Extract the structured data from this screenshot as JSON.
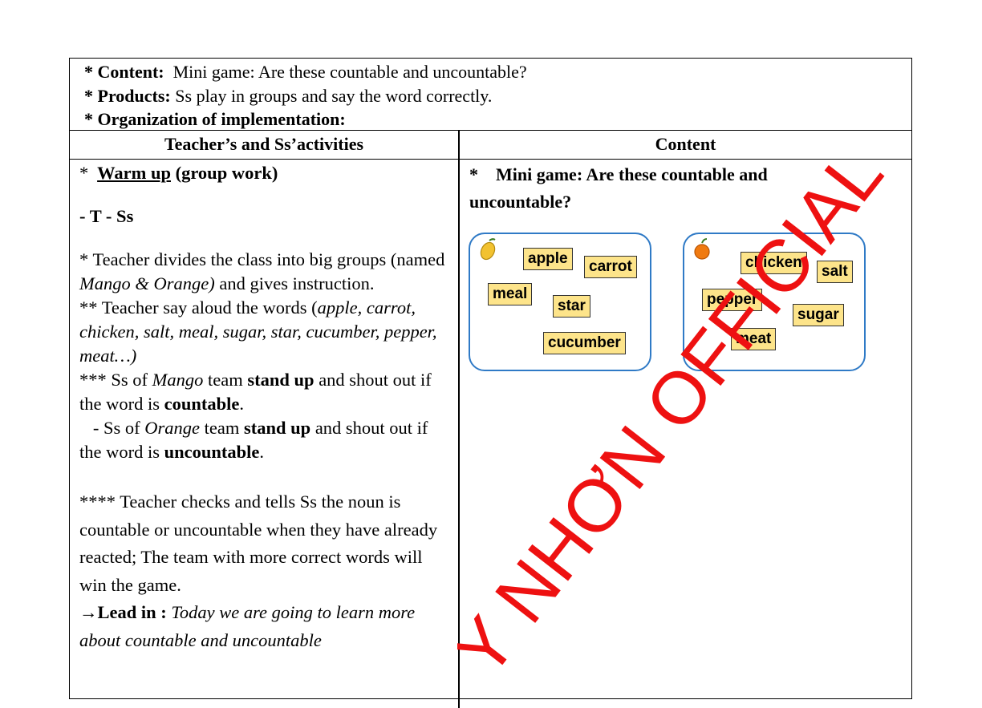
{
  "header": {
    "content_label": "* Content:",
    "content_text": "Mini game: Are these countable and uncountable?",
    "products_label": "* Products:",
    "products_text": "Ss play in groups and say the word correctly.",
    "organization_label": "* Organization of implementation:"
  },
  "columns": {
    "left_title": "Teacher’s and Ss’activities",
    "right_title": "Content"
  },
  "left": {
    "warmup_prefix": "*",
    "warmup_label": "Warm up",
    "warmup_suffix": "(group work)",
    "interaction": "- T - Ss",
    "p1_a": "* Teacher divides the class into  big groups (named ",
    "p1_mango": "Mango & Orange)",
    "p1_b": " and gives instruction.",
    "p2_a": "** Teacher say  aloud the words (",
    "p2_words": "apple, carrot, chicken, salt, meal, sugar, star, cucumber, pepper, meat…)",
    "p3_a": "***   Ss of ",
    "p3_mango": "Mango",
    "p3_b": " team ",
    "p3_standup": "stand up",
    "p3_c": " and shout out if the word is ",
    "p3_countable": "countable",
    "p3_d": ".",
    "p4_a": "   - Ss of ",
    "p4_orange": "Orange",
    "p4_b": " team ",
    "p4_standup": "stand up",
    "p4_c": " and shout out if the word is ",
    "p4_uncountable": "uncountable",
    "p4_d": ".",
    "p5": "****  Teacher checks and tells Ss the noun is countable or uncountable when they have already reacted; The team with more correct words will win the game.",
    "lead_arrow": "→",
    "lead_label": "Lead in :",
    "lead_text": " Today we are going to learn more about countable and uncountable"
  },
  "right": {
    "title_line1": "*    Mini game: Are these countable and",
    "title_line2": "uncountable?",
    "mango_box": {
      "icon": "mango-icon",
      "words": [
        "apple",
        "carrot",
        "meal",
        "star",
        "cucumber"
      ]
    },
    "orange_box": {
      "icon": "orange-icon",
      "words": [
        "chicken",
        "salt",
        "pepper",
        "sugar",
        "meat"
      ]
    }
  },
  "watermark": {
    "text": "Y NHƠN OFFICIAL",
    "color": "#ee1111"
  }
}
